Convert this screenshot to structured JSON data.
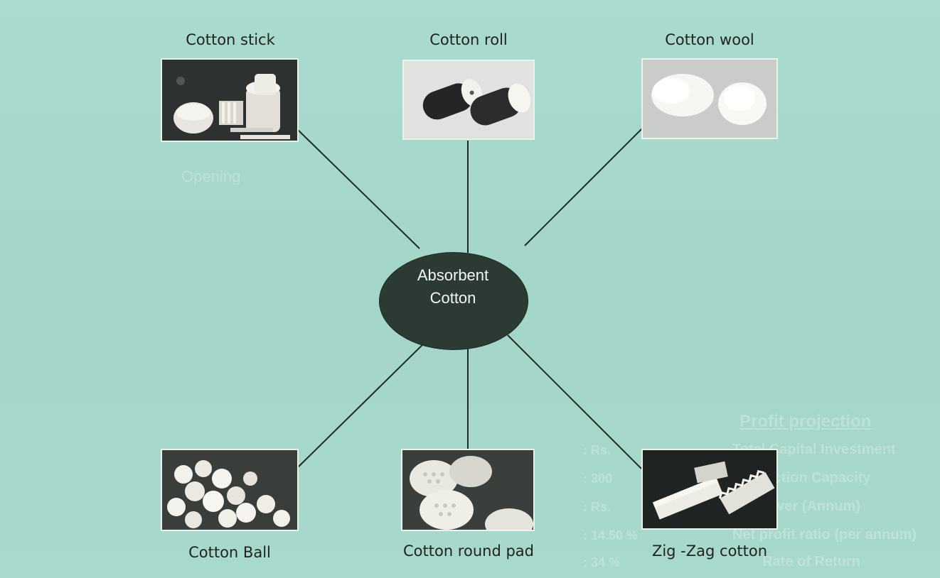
{
  "center": {
    "line1": "Absorbent",
    "line2": "Cotton"
  },
  "products": {
    "stick": {
      "label": "Cotton stick"
    },
    "roll": {
      "label": "Cotton roll"
    },
    "wool": {
      "label": "Cotton wool"
    },
    "ball": {
      "label": "Cotton Ball"
    },
    "pad": {
      "label": "Cotton round pad"
    },
    "zigzag": {
      "label": "Zig -Zag cotton"
    }
  },
  "background": {
    "heading": "Profit projection",
    "lines": [
      "Total Capital Investment",
      "Production Capacity",
      "Turnover (Annum)",
      "Net profit ratio (per annum)",
      "Rate of Return"
    ],
    "values": [
      ": Rs.",
      ": 300",
      ": Rs.",
      ": 14.50 %",
      ": 34 %"
    ],
    "captions": [
      "Opening"
    ]
  },
  "colors": {
    "background": "#a6d8cc",
    "hub": "#2b3a33",
    "line": "#1f2a24",
    "text": "#222222"
  }
}
